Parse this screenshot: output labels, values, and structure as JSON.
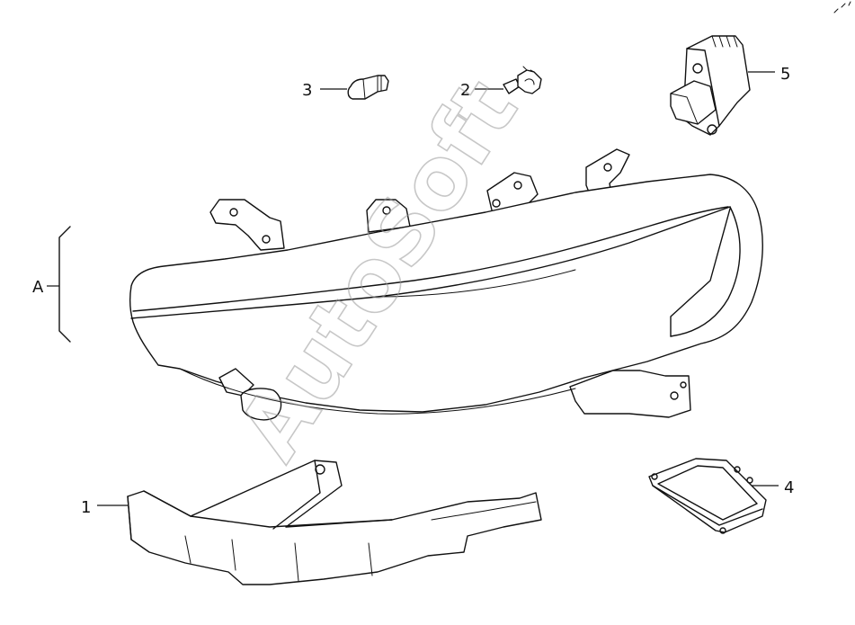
{
  "callouts": {
    "c1": "1",
    "c2": "2",
    "c3": "3",
    "c4": "4",
    "c5": "5",
    "assembly": "A"
  },
  "watermark": "AutoSoft",
  "colors": {
    "line": "#111111",
    "background": "#ffffff",
    "watermark": "#9a9a9a"
  }
}
